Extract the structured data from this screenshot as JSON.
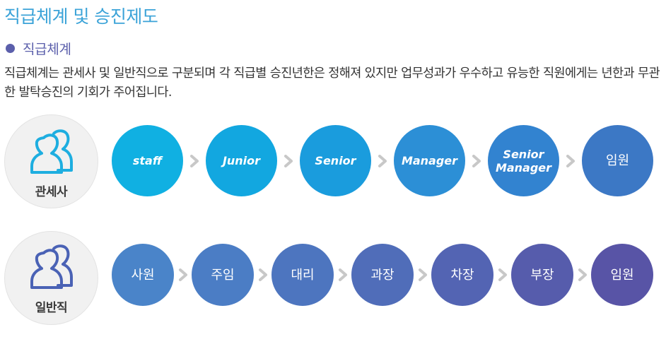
{
  "page_title": "직급체계 및 승진제도",
  "section": {
    "bullet_color": "#5b5fab",
    "heading": "직급체계"
  },
  "description": "직급체계는 관세사 및 일반직으로 구분되며 각 직급별 승진년한은 정해져 있지만 업무성과가 우수하고 유능한 직원에게는 년한과 무관한 발탁승진의 기회가 주어집니다.",
  "tracks": {
    "customs_broker": {
      "label": "관세사",
      "icon": "people-icon",
      "icon_color": "#1eaee0",
      "stages": [
        {
          "label": "staff",
          "color": "#10b0e2"
        },
        {
          "label": "Junior",
          "color": "#12a7e0"
        },
        {
          "label": "Senior",
          "color": "#1a9cdd"
        },
        {
          "label": "Manager",
          "color": "#2c8fd6"
        },
        {
          "label": "Senior\nManager",
          "color": "#3283d0"
        },
        {
          "label": "임원",
          "color": "#3c78c5"
        }
      ]
    },
    "general_staff": {
      "label": "일반직",
      "icon": "people-icon",
      "icon_color": "#4a62b5",
      "stages": [
        {
          "label": "사원",
          "color": "#4a84c9"
        },
        {
          "label": "주임",
          "color": "#4b7dc5"
        },
        {
          "label": "대리",
          "color": "#4d75bf"
        },
        {
          "label": "과장",
          "color": "#506db9"
        },
        {
          "label": "차장",
          "color": "#5364b3"
        },
        {
          "label": "부장",
          "color": "#565cac"
        },
        {
          "label": "임원",
          "color": "#5854a6"
        }
      ]
    }
  },
  "chevron_icon": "chevron-right-icon",
  "chevron_color": "#c8c8c8"
}
